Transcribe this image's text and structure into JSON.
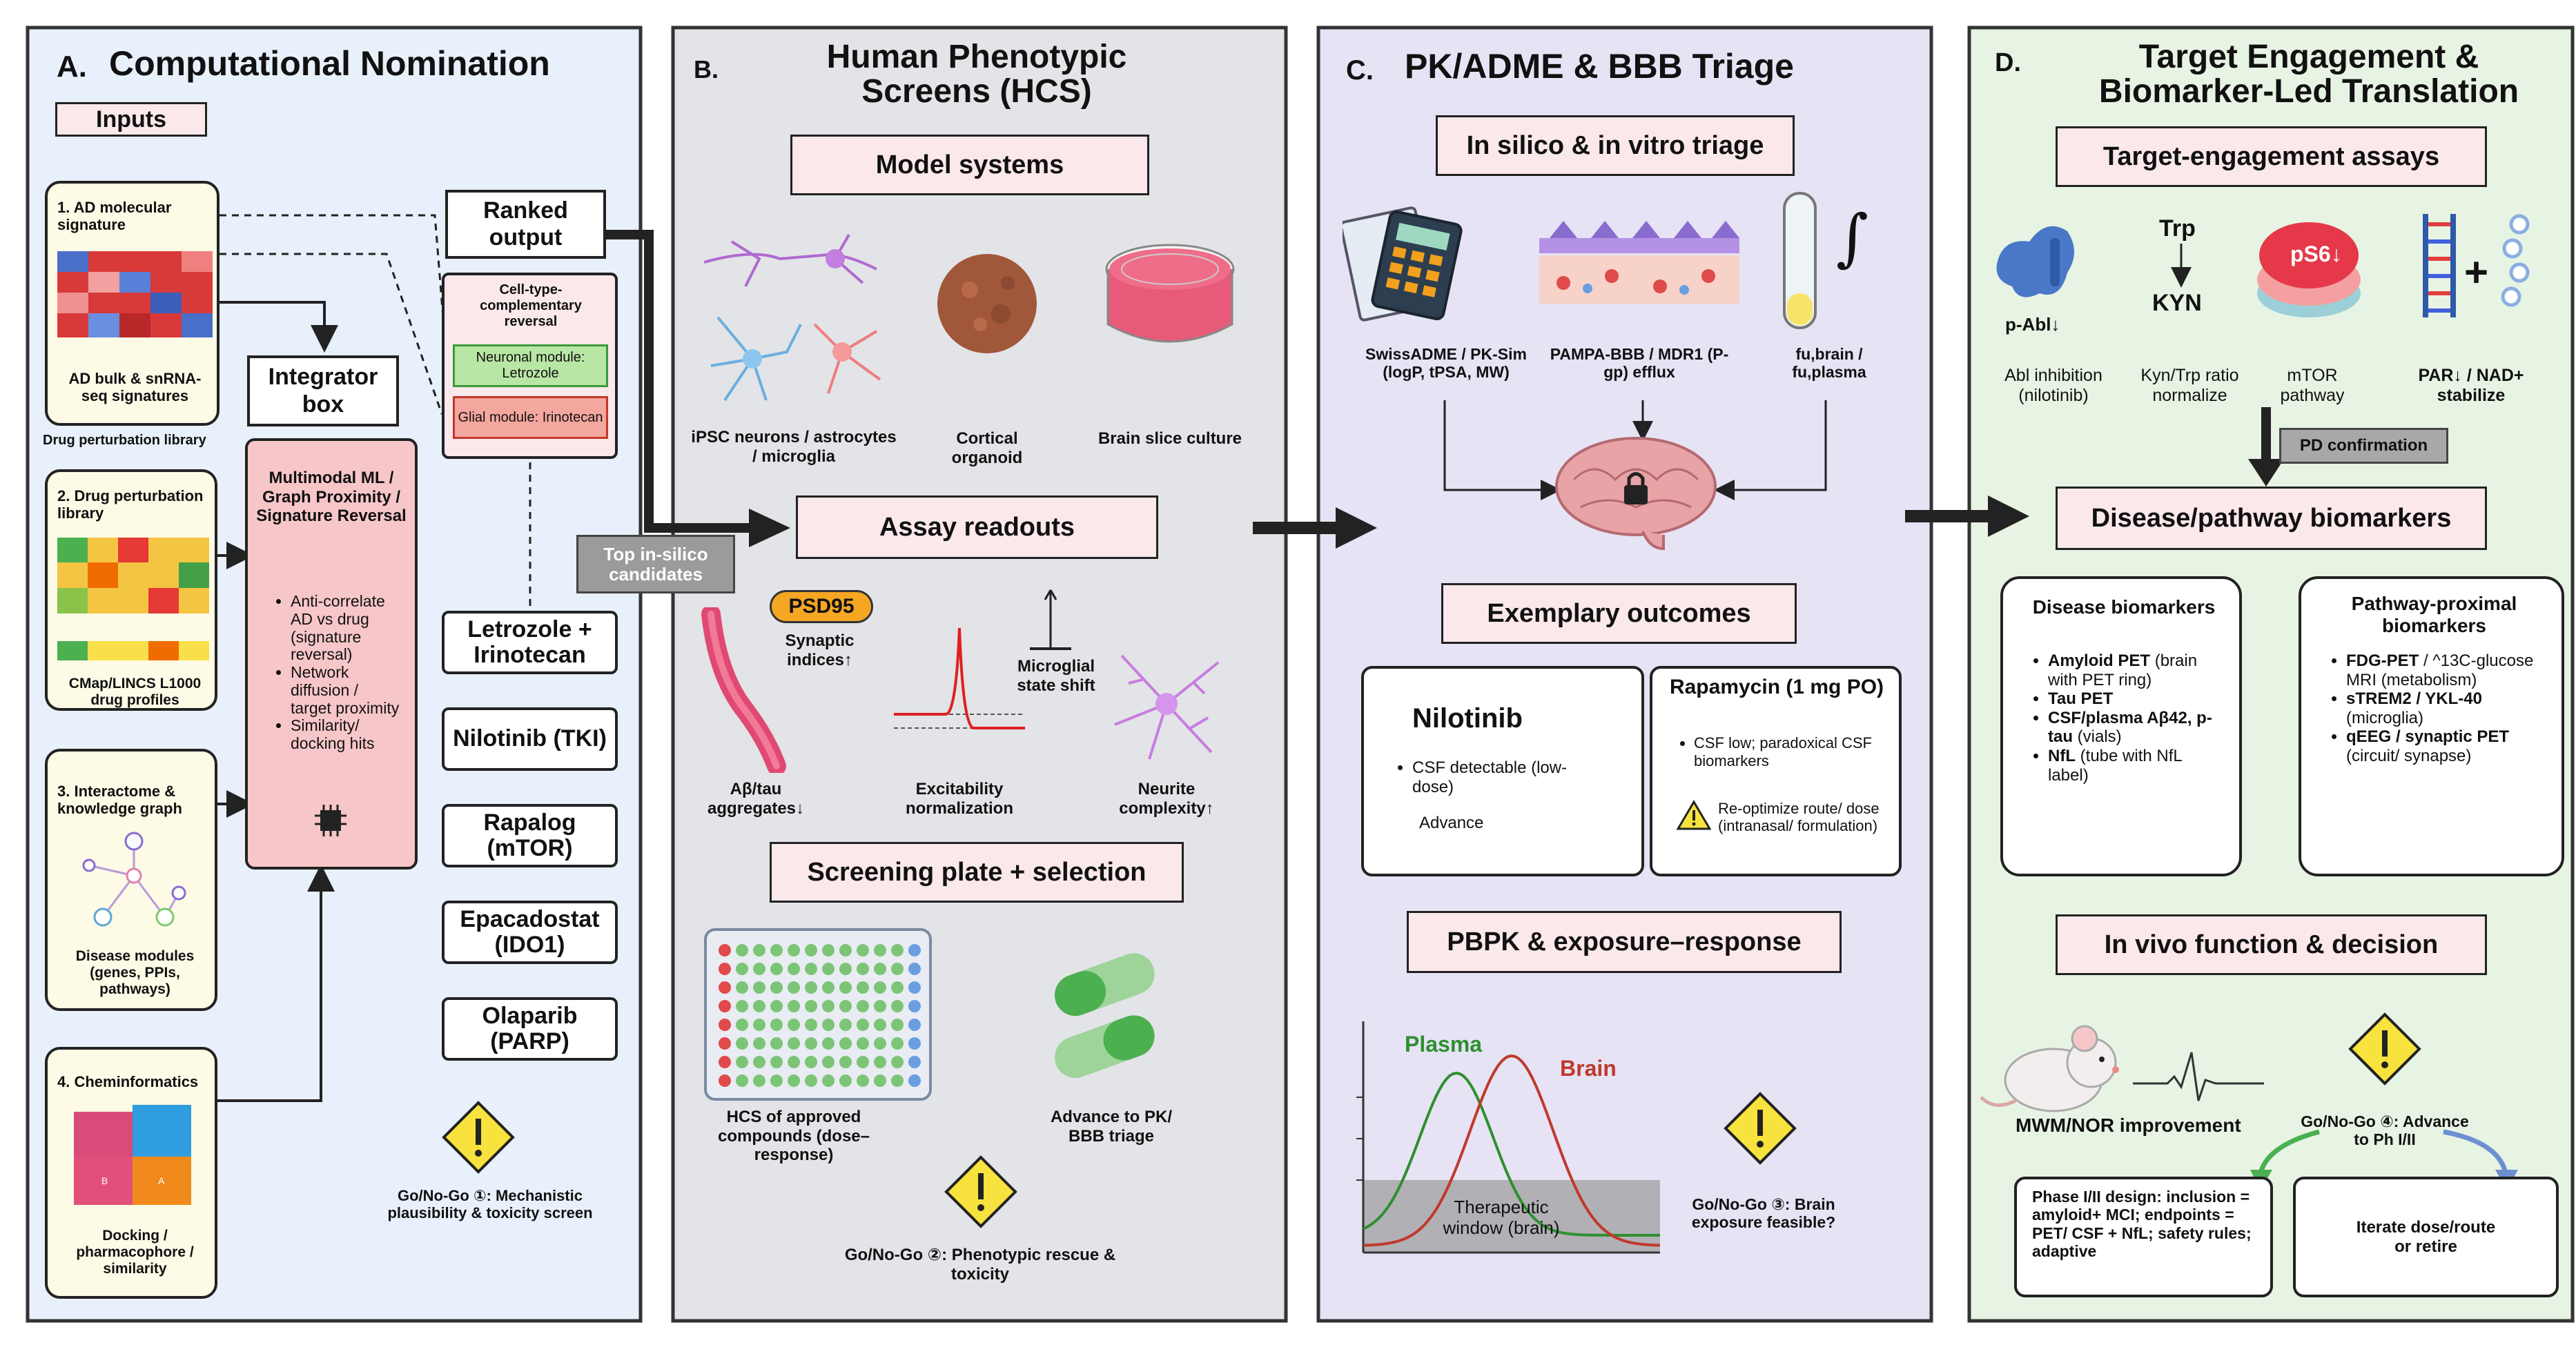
{
  "colors": {
    "panelA": "#e8f0fb",
    "panelB": "#e2e4e7",
    "panelC": "#e6e3f5",
    "panelD": "#e7f4e4",
    "pinkBox": "#fbe8ea",
    "integrator": "#f7c6c8",
    "cream": "#fdfae6",
    "warning": "#f7e23e"
  },
  "panelA": {
    "letter": "A.",
    "title": "Computational Nomination",
    "inputs": "Inputs",
    "card1": {
      "title": "1.  AD molecular signature",
      "caption": "AD bulk & snRNA-seq signatures"
    },
    "drug_perturbation_library": "Drug perturbation library",
    "card2": {
      "title": "2. Drug perturbation library",
      "caption": "CMap/LINCS L1000 drug profiles"
    },
    "card3": {
      "title": "3. Interactome & knowledge graph",
      "caption": "Disease modules (genes, PPIs, pathways)"
    },
    "card4": {
      "title": "4. Cheminformatics",
      "caption": "Docking / pharmacophore / similarity"
    },
    "integrator_title": "Integrator box",
    "integrator": {
      "title": "Multimodal ML / Graph Proximity / Signature Reversal",
      "bullets": [
        "Anti-correlate AD vs drug (signature reversal)",
        "Network diffusion / target proximity",
        "Similarity/ docking hits"
      ]
    },
    "ranked": "Ranked output",
    "complementary": {
      "title": "Cell-type-complementary reversal",
      "neuronal": "Neuronal module: Letrozole",
      "glial": "Glial module: Irinotecan"
    },
    "drugs": [
      "Letrozole + Irinotecan",
      "Nilotinib (TKI)",
      "Rapalog (mTOR)",
      "Epacadostat (IDO1)",
      "Olaparib (PARP)"
    ],
    "gonogo": "Go/No-Go ①: Mechanistic plausibility & toxicity screen"
  },
  "top_candidates": "Top in-silico candidates",
  "panelB": {
    "letter": "B.",
    "title": "Human Phenotypic Screens (HCS)",
    "model_systems": "Model systems",
    "models": [
      "iPSC neurons / astrocytes / microglia",
      "Cortical organoid",
      "Brain slice culture"
    ],
    "assay_readouts": "Assay readouts",
    "psd95": "PSD95",
    "readouts": {
      "synaptic": "Synaptic indices↑",
      "microglial": "Microglial state shift",
      "abeta": "Aβ/tau aggregates↓",
      "excitability": "Excitability normalization",
      "neurite": "Neurite complexity↑"
    },
    "plate_title": "Screening plate + selection",
    "hcs": "HCS of approved compounds (dose–response)",
    "advance": "Advance to PK/ BBB triage",
    "gonogo": "Go/No-Go ②: Phenotypic rescue & toxicity"
  },
  "panelC": {
    "letter": "C.",
    "title": "PK/ADME & BBB Triage",
    "insilico": "In silico & in vitro triage",
    "tools": [
      "SwissADME / PK-Sim (logP, tPSA, MW)",
      "PAMPA-BBB / MDR1 (P-gp) efflux",
      "fu,brain / fu,plasma"
    ],
    "exemplary": "Exemplary outcomes",
    "nilotinib": {
      "name": "Nilotinib",
      "bullet": "CSF detectable (low-dose)",
      "advance": "Advance"
    },
    "rapamycin": {
      "name": "Rapamycin (1 mg PO)",
      "bullet": "CSF low; paradoxical CSF biomarkers",
      "warning": "Re-optimize route/ dose (intranasal/ formulation)"
    },
    "pbpk": "PBPK & exposure–response",
    "chart": {
      "plasma": "Plasma",
      "brain": "Brain",
      "window": "Therapeutic window (brain)"
    },
    "gonogo": "Go/No-Go ③: Brain exposure feasible?"
  },
  "panelD": {
    "letter": "D.",
    "title": "Target Engagement & Biomarker-Led Translation",
    "te_assays": "Target-engagement assays",
    "pabl": "p-Abl↓",
    "trp": "Trp",
    "kyn": "KYN",
    "ps6": "pS6↓",
    "assays": [
      "Abl inhibition (nilotinib)",
      "Kyn/Trp ratio normalize",
      "mTOR pathway",
      "PAR↓ / NAD+ stabilize"
    ],
    "pd": "PD confirmation",
    "biomarkers": "Disease/pathway biomarkers",
    "disease": {
      "title": "Disease biomarkers",
      "items": [
        {
          "b": "Amyloid PET",
          "t": " (brain with PET ring)"
        },
        {
          "b": "Tau PET",
          "t": ""
        },
        {
          "b": "CSF/plasma Aβ42, p-tau",
          "t": " (vials)"
        },
        {
          "b": "NfL",
          "t": " (tube with NfL label)"
        }
      ]
    },
    "pathway": {
      "title": "Pathway-proximal biomarkers",
      "items": [
        {
          "b": "FDG-PET",
          "t": " / ^13C-glucose MRI (metabolism)"
        },
        {
          "b": "sTREM2 / YKL-40",
          "t": " (microglia)"
        },
        {
          "b": "qEEG / synaptic PET",
          "t": " (circuit/ synapse)"
        }
      ]
    },
    "invivo": "In vivo function & decision",
    "mwm": "MWM/NOR improvement",
    "gonogo": "Go/No-Go ④: Advance to Ph I/II",
    "phase": "Phase I/II design: inclusion = amyloid+ MCI; endpoints = PET/ CSF + NfL; safety rules; adaptive",
    "iterate": "Iterate dose/route or retire"
  }
}
